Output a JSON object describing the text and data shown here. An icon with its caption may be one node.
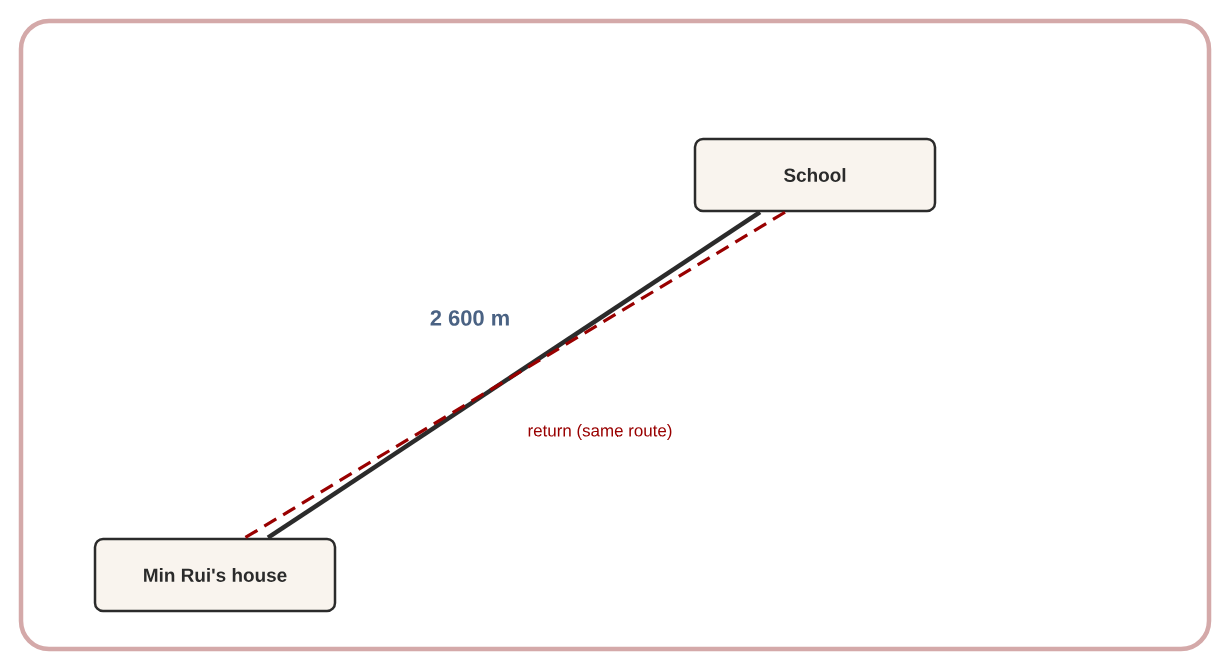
{
  "diagram": {
    "nodes": [
      {
        "text": [
          "School"
        ]
      },
      {
        "text": [
          "Min Rui's house"
        ]
      }
    ],
    "edges": [
      {
        "from": 1,
        "to": 0,
        "arrow": "none",
        "label": "2 600 m"
      },
      {
        "from": 0,
        "to": 1,
        "arrow": "none",
        "label": "return (same route)",
        "style": "dashed",
        "color": "#990000"
      }
    ]
  }
}
